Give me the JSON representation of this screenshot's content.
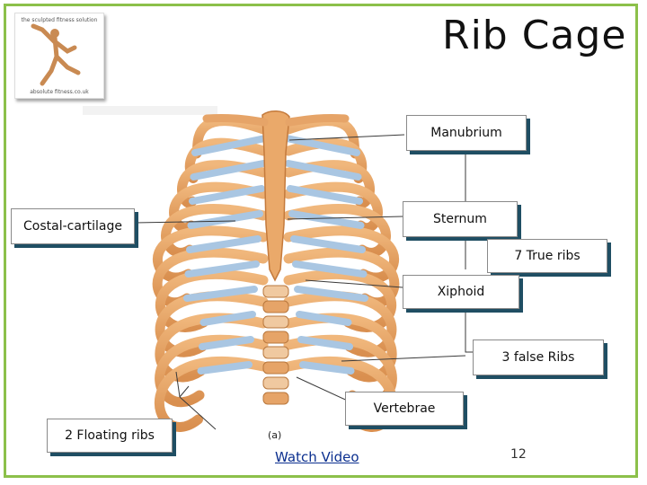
{
  "slide": {
    "title": "Rib Cage",
    "page_number": "12",
    "figure_caption": "(a)",
    "video_link": "Watch Video"
  },
  "logo": {
    "top_text": "the sculpted fitness solution",
    "bottom_text": "absolute fitness.co.uk"
  },
  "labels": {
    "manubrium": "Manubrium",
    "costal_cartilage": "Costal-cartilage",
    "sternum": "Sternum",
    "true_ribs": "7 True ribs",
    "xiphoid": "Xiphoid",
    "false_ribs": "3 false Ribs",
    "vertebrae": "Vertebrae",
    "floating_ribs": "2 Floating ribs"
  },
  "colors": {
    "frame": "#8cc04a",
    "rib": "#e8a868",
    "cartilage": "#a8c8e6",
    "label_shadow": "#1f4e63"
  }
}
